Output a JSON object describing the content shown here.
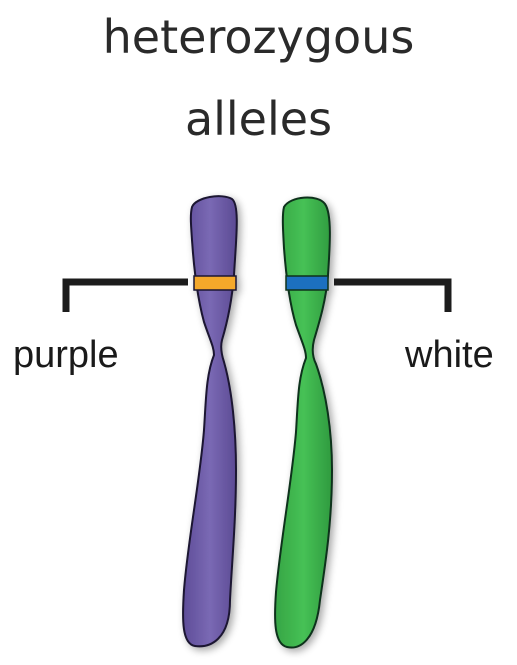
{
  "title": {
    "line1": "heterozygous",
    "line2": "alleles"
  },
  "labels": {
    "left": "purple",
    "right": "white"
  },
  "colors": {
    "chromosome_left": "#6f5ea8",
    "chromosome_right": "#3cb34a",
    "allele_left_band": "#f4a82b",
    "allele_right_band": "#1f6fc0",
    "bracket": "#1c1c1c",
    "text": "#2a2a2a"
  }
}
